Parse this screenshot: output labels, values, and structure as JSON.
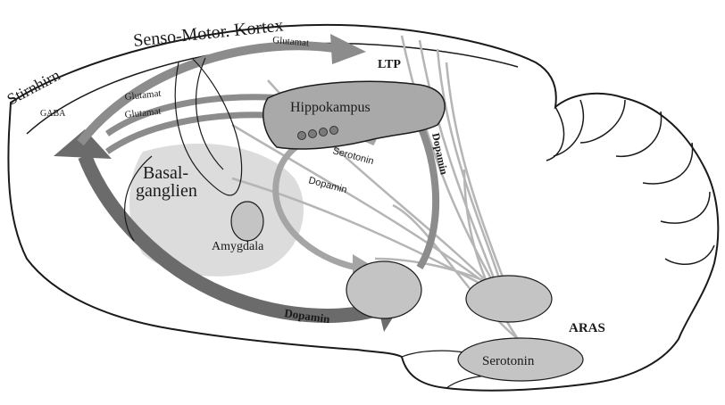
{
  "labels": {
    "cortex": "Senso-Motor. Kortex",
    "stirnhirn": "Stirnhirn",
    "gaba": "GABA",
    "glutamat_top": "Glutamat",
    "glutamat_left_1": "Glutamat",
    "glutamat_left_2": "Glutamat",
    "ltp": "LTP",
    "hippokampus": "Hippokampus",
    "serotonin_path": "Serotonin",
    "dopamin_path": "Dopamin",
    "dopamin_right": "Dopamin",
    "basal_1": "Basal-",
    "basal_2": "ganglien",
    "amygdala": "Amygdala",
    "dopamin_bottom": "Dopamin",
    "aras": "ARAS",
    "serotonin_nucleus": "Serotonin"
  },
  "colors": {
    "outline": "#1a1a1a",
    "dark_arrow": "#6b6b6b",
    "mid_arrow": "#8c8c8c",
    "light_arrow": "#b5b5b5",
    "basal_fill": "#dcdcdc",
    "nucleus_fill": "#c4c4c4",
    "hippo_fill": "#a9a9a9"
  }
}
